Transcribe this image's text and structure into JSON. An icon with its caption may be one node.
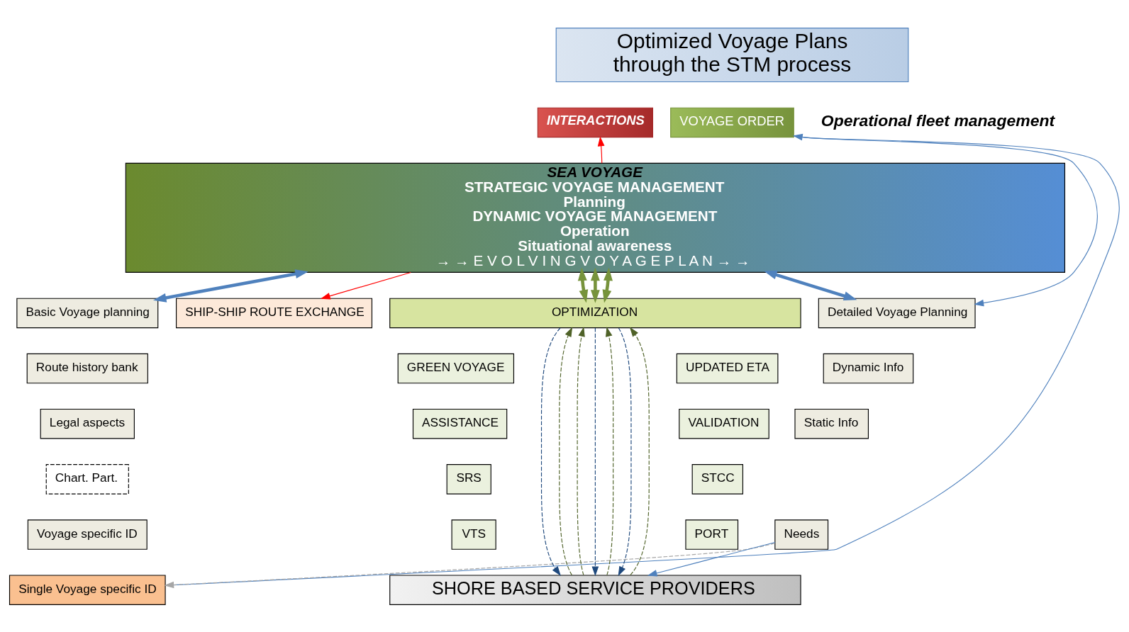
{
  "diagram": {
    "nodes": [
      {
        "text": [
          "Optimized Voyage Plans",
          "through the STM process"
        ]
      },
      {
        "text": [
          "VOYAGE ORDER"
        ]
      },
      {
        "text": [
          "INTERACTIONS"
        ]
      },
      {
        "text": [
          "SEA VOYAGE",
          "STRATEGIC VOYAGE MANAGEMENT",
          "Planning",
          "DYNAMIC VOYAGE MANAGEMENT",
          "Operation",
          "Situational awareness",
          "→ → E V O L V I N G V O Y A G E P L A N → →"
        ]
      },
      {
        "text": [
          "Basic Voyage planning"
        ]
      },
      {
        "text": [
          "Route history bank"
        ]
      },
      {
        "text": [
          "Legal aspects"
        ]
      },
      {
        "text": [
          "Chart. Part."
        ]
      },
      {
        "text": [
          "Voyage specific ID"
        ]
      },
      {
        "text": [
          "Single Voyage specific ID"
        ]
      },
      {
        "text": [
          "Detailed Voyage Planning"
        ]
      },
      {
        "text": [
          "Dynamic Info"
        ]
      },
      {
        "text": [
          "Static Info"
        ]
      },
      {
        "text": [
          "Needs"
        ]
      },
      {
        "text": [
          "OPTIMIZATION"
        ]
      },
      {
        "text": [
          "UPDATED ETA"
        ]
      },
      {
        "text": [
          "VALIDATION"
        ]
      },
      {
        "text": [
          "STCC"
        ]
      },
      {
        "text": [
          "PORT"
        ]
      },
      {
        "text": [
          "GREEN VOYAGE"
        ]
      },
      {
        "text": [
          "ASSISTANCE"
        ]
      },
      {
        "text": [
          "SRS"
        ]
      },
      {
        "text": [
          "VTS"
        ]
      },
      {
        "text": [
          "SHORE BASED SERVICE PROVIDERS"
        ]
      },
      {
        "text": [
          "SHIP-SHIP ROUTE EXCHANGE"
        ]
      }
    ],
    "edges": [
      {
        "from": 3,
        "to": 4,
        "arrow": "both",
        "style": "thick"
      },
      {
        "from": 3,
        "to": 10,
        "arrow": "both",
        "style": "thick"
      },
      {
        "from": 3,
        "to": 14,
        "arrow": "both",
        "style": "thick",
        "color": "#77933c"
      },
      {
        "from": 3,
        "to": 14,
        "arrow": "both",
        "style": "thick",
        "color": "#77933c"
      },
      {
        "from": 3,
        "to": 14,
        "arrow": "both",
        "style": "thick",
        "color": "#77933c"
      },
      {
        "from": 3,
        "to": 2,
        "arrow": "to",
        "color": "#ff0000"
      },
      {
        "from": 3,
        "to": 24,
        "arrow": "to",
        "color": "#ff0000"
      },
      {
        "from": 9,
        "to": 1,
        "arrow": "to"
      },
      {
        "from": 1,
        "to": 10,
        "arrow": "to"
      },
      {
        "from": 13,
        "to": 23,
        "arrow": "to"
      },
      {
        "from": 13,
        "to": 9,
        "arrow": "to",
        "style": "dashed",
        "color": "#a6a6a6"
      },
      {
        "from": 23,
        "to": 14,
        "arrow": "to",
        "style": "dashed",
        "color": "#4f6228"
      },
      {
        "from": 14,
        "to": 23,
        "arrow": "to",
        "style": "dashed",
        "color": "#1f497d"
      },
      {
        "from": 23,
        "to": 14,
        "arrow": "to",
        "style": "dashed",
        "color": "#4f6228"
      },
      {
        "from": 14,
        "to": 23,
        "arrow": "to",
        "style": "dashed",
        "color": "#1f497d"
      },
      {
        "from": 23,
        "to": 14,
        "arrow": "to",
        "style": "dashed",
        "color": "#4f6228"
      },
      {
        "from": 14,
        "to": 23,
        "arrow": "to",
        "style": "dashed",
        "color": "#1f497d"
      },
      {
        "from": 23,
        "to": 14,
        "arrow": "to",
        "style": "dashed",
        "color": "#4f6228"
      }
    ],
    "labels": [
      "Operational fleet management"
    ]
  }
}
